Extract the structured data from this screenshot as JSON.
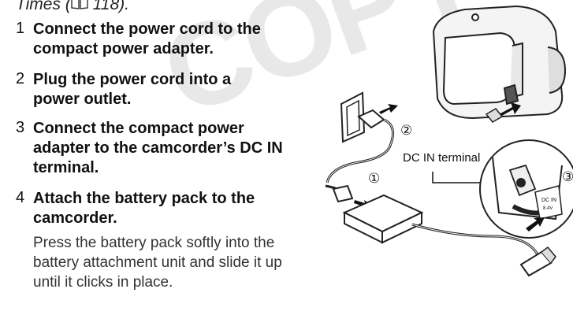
{
  "header": {
    "line": "Times (",
    "line_suffix": " 118)."
  },
  "steps": [
    {
      "number": "1",
      "text": "Connect the power cord to the compact power adapter."
    },
    {
      "number": "2",
      "text": "Plug the power cord into a power outlet."
    },
    {
      "number": "3",
      "text": "Connect the compact power adapter to the camcorder’s DC IN terminal."
    },
    {
      "number": "4",
      "text": "Attach the battery pack to the camcorder.",
      "description": "Press the battery pack softly into the battery attachment unit and slide it up until it clicks in place."
    }
  ],
  "illustration": {
    "terminal_label": "DC IN terminal",
    "callout_1": "①",
    "callout_2": "②",
    "callout_3": "③",
    "port_text_1": "DC IN",
    "port_text_2": "8.4V"
  },
  "watermark": "COPY"
}
